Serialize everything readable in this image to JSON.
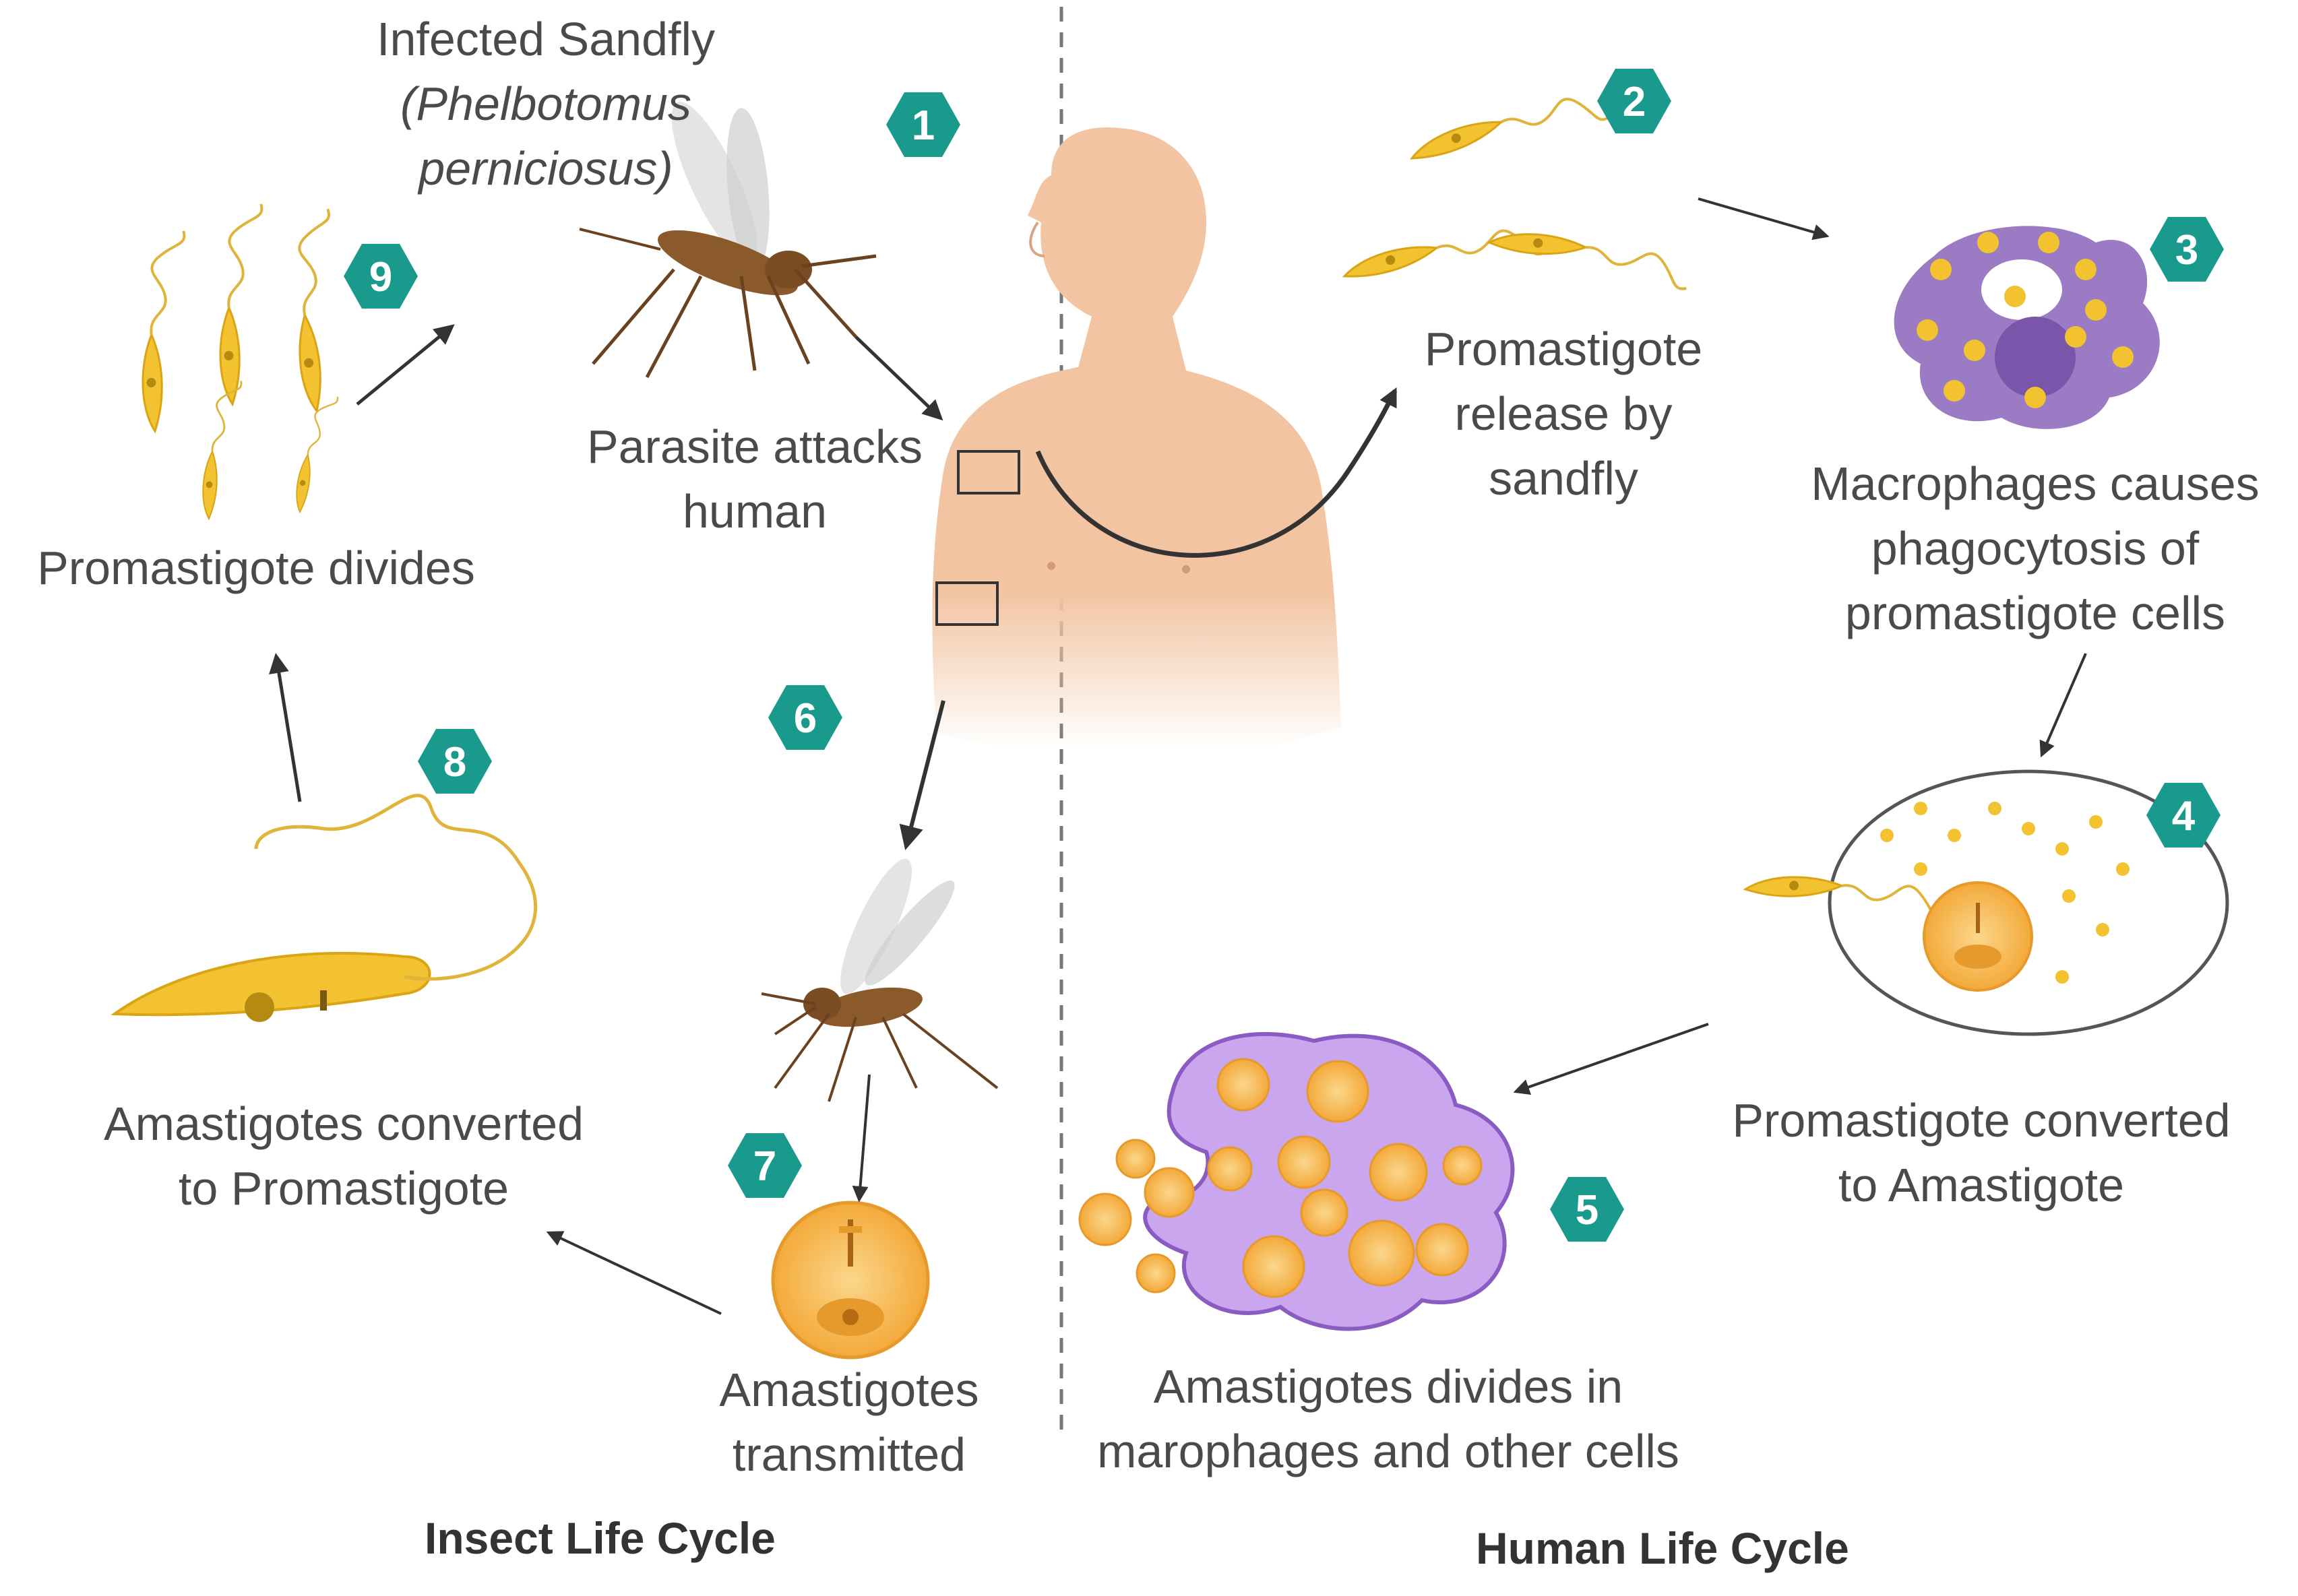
{
  "colors": {
    "badge": "#1a9a8c",
    "parasite": "#f2c230",
    "parasite_outline": "#d9a514",
    "macrophage_purple": "#9b7cc4",
    "macrophage_lilac": "#c9a6ee",
    "amastigote": "#f7b64e",
    "skin": "#f2c4a2",
    "arrow": "#333333"
  },
  "steps": [
    "1",
    "2",
    "3",
    "4",
    "5",
    "6",
    "7",
    "8",
    "9"
  ],
  "labels": {
    "infected_sandfly_line1": "Infected Sandfly",
    "infected_sandfly_line2": "(Phelbotomus",
    "infected_sandfly_line3": "perniciosus)",
    "parasite_attacks_line1": "Parasite attacks",
    "parasite_attacks_line2": "human",
    "promastigote_release_line1": "Promastigote",
    "promastigote_release_line2": "release by",
    "promastigote_release_line3": "sandfly",
    "macrophages_line1": "Macrophages causes",
    "macrophages_line2": "phagocytosis of",
    "macrophages_line3": "promastigote cells",
    "converted_to_amastigote_line1": "Promastigote converted",
    "converted_to_amastigote_line2": "to Amastigote",
    "amastigotes_divide_line1": "Amastigotes divides in",
    "amastigotes_divide_line2": "marophages and other cells",
    "amastigotes_transmitted_line1": "Amastigotes",
    "amastigotes_transmitted_line2": "transmitted",
    "converted_to_promastigote_line1": "Amastigotes converted",
    "converted_to_promastigote_line2": "to Promastigote",
    "promastigote_divides": "Promastigote divides"
  },
  "sections": {
    "insect": "Insect Life Cycle",
    "human": "Human Life Cycle"
  },
  "icons": [
    "sandfly-icon",
    "human-torso-icon",
    "promastigote-icon",
    "macrophage-icon",
    "amastigote-icon",
    "arrow-icon"
  ]
}
